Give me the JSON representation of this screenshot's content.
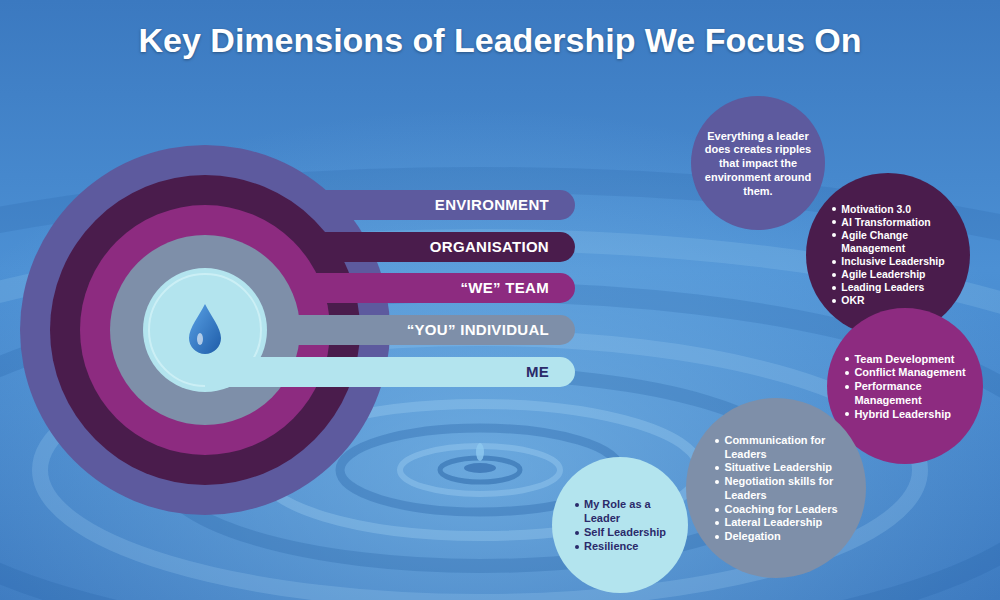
{
  "diagram": {
    "title": "Key Dimensions of Leadership We Focus On",
    "nodes": [
      {
        "text": [
          "ENVIRONMENT"
        ]
      },
      {
        "text": [
          "ORGANISATION"
        ]
      },
      {
        "text": [
          "“WE” TEAM"
        ]
      },
      {
        "text": [
          "“YOU” INDIVIDUAL"
        ]
      },
      {
        "text": [
          "ME"
        ]
      },
      {
        "text": [
          "Everything a leader does creates ripples that impact the environment around them."
        ]
      },
      {
        "text": [
          "Motivation 3.0",
          "AI Transformation",
          "Agile Change Management",
          "Inclusive Leadership",
          "Agile Leadership",
          "Leading Leaders",
          "OKR"
        ]
      },
      {
        "text": [
          "Team Development",
          "Conflict Management",
          "Performance Management",
          "Hybrid Leadership"
        ]
      },
      {
        "text": [
          "Communication for Leaders",
          "Situative Leadership",
          "Negotiation skills for Leaders",
          "Coaching for Leaders",
          "Lateral Leadership",
          "Delegation"
        ]
      },
      {
        "text": [
          "My Role as a Leader",
          "Self Leadership",
          "Resilience"
        ]
      }
    ]
  }
}
